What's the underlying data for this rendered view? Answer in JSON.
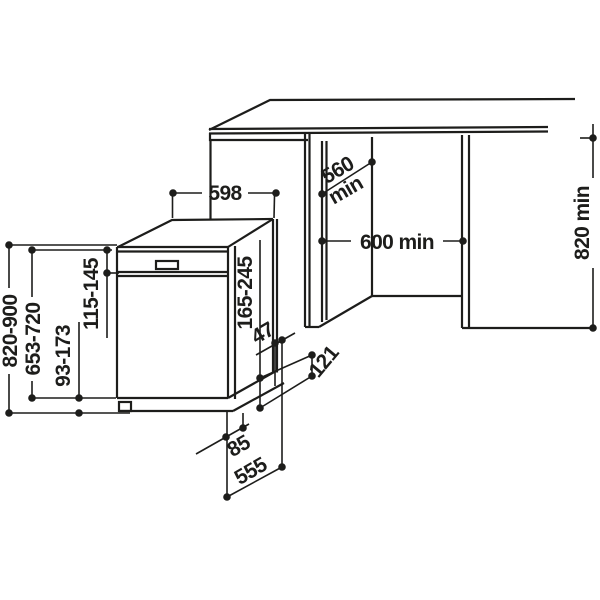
{
  "page": {
    "title": "Built-under dishwasher installation dimensions",
    "background": "#ffffff",
    "line_color": "#1d1d1b"
  },
  "labels": {
    "top_width": "598",
    "niche_depth_value": "560",
    "niche_depth_min": "min",
    "niche_width": "600 min",
    "niche_height": "820 min",
    "overall_height": "820-900",
    "body_height": "653-720",
    "plinth_height": "93-173",
    "console_height": "115-145",
    "side_height": "165-245",
    "depth_offset_small": "47",
    "depth_offset_rear": "121",
    "depth_offset_front": "85",
    "depth_total": "555"
  }
}
